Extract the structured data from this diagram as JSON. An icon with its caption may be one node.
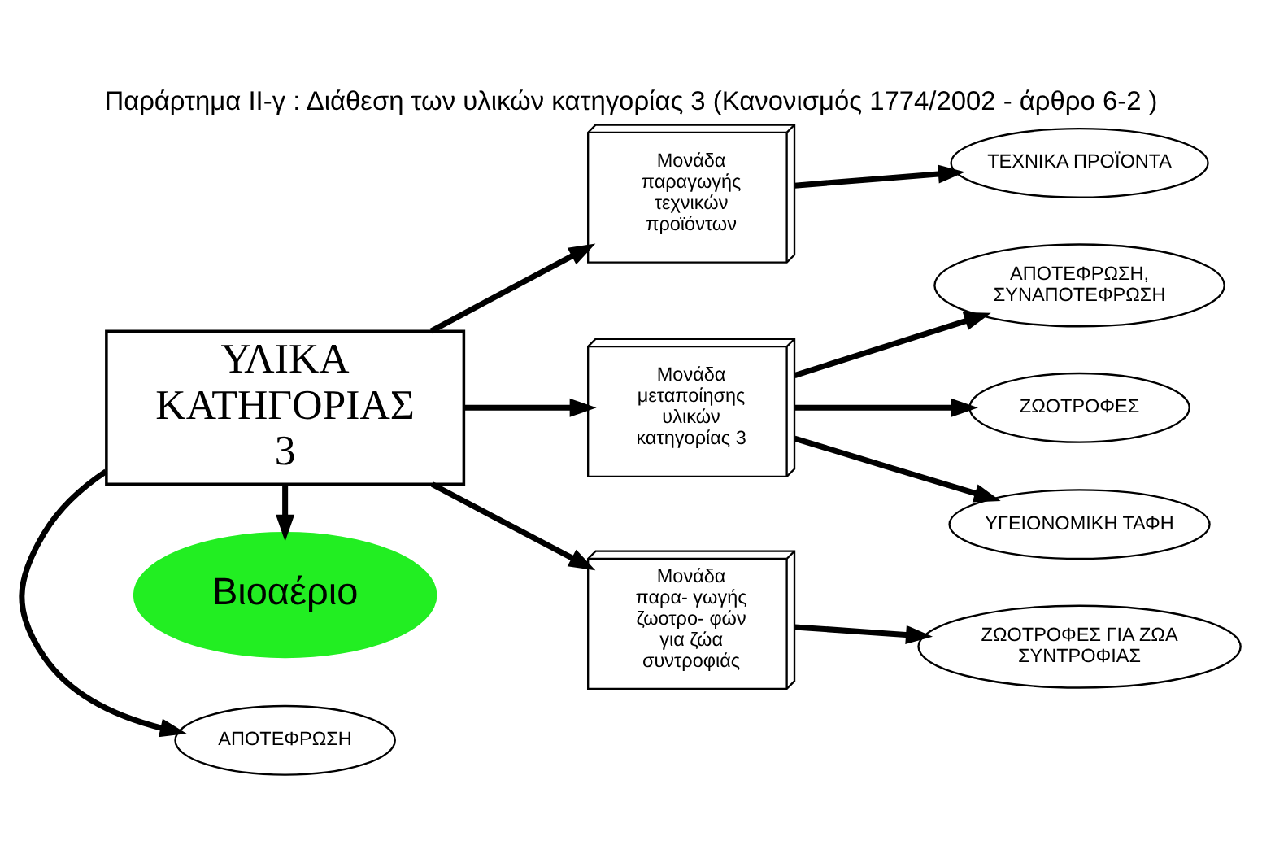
{
  "diagram": {
    "title": "Παράρτημα ΙΙ-γ : Διάθεση των υλικών κατηγορίας 3 (Κανονισμός 1774/2002 - άρθρο 6-2 )",
    "nodes": [
      {
        "text": [
          "ΥΛΙΚΑ ΚΑΤΗΓΟΡΙΑΣ 3"
        ]
      },
      {
        "text": [
          "ΑΠΟΤΕΦΡΩΣΗ"
        ]
      },
      {
        "text": [
          "Βιοαέριο"
        ]
      },
      {
        "text": [
          "Μονάδα παραγωγής τεχνικών προϊόντων"
        ]
      },
      {
        "text": [
          "Μονάδα μεταποίησης υλικών κατηγορίας 3"
        ]
      },
      {
        "text": [
          "Μονάδα παρα- γωγής ζωοτρο- φών για ζώα συντροφιάς"
        ]
      },
      {
        "text": [
          "ΤΕΧΝΙΚΑ ΠΡΟΪΟΝΤΑ"
        ]
      },
      {
        "text": [
          "ΑΠΟΤΕΦΡΩΣΗ, ΣΥΝΑΠΟΤΕΦΡΩΣΗ"
        ]
      },
      {
        "text": [
          "ΖΩΟΤΡΟΦΕΣ"
        ]
      },
      {
        "text": [
          "ΥΓΕΙΟΝΟΜΙΚΗ ΤΑΦΗ"
        ]
      },
      {
        "text": [
          "ΖΩΟΤΡΟΦΕΣ ΓΙΑ ΖΩΑ ΣΥΝΤΡΟΦΙΑΣ"
        ]
      }
    ],
    "edges": [
      {
        "from": 0,
        "to": 1,
        "arrow": "to"
      },
      {
        "from": 0,
        "to": 2,
        "arrow": "to"
      },
      {
        "from": 0,
        "to": 3,
        "arrow": "to"
      },
      {
        "from": 0,
        "to": 4,
        "arrow": "to"
      },
      {
        "from": 0,
        "to": 5,
        "arrow": "to"
      },
      {
        "from": 3,
        "to": 6,
        "arrow": "to"
      },
      {
        "from": 4,
        "to": 7,
        "arrow": "to"
      },
      {
        "from": 4,
        "to": 8,
        "arrow": "to"
      },
      {
        "from": 4,
        "to": 9,
        "arrow": "to"
      },
      {
        "from": 5,
        "to": 10,
        "arrow": "to"
      }
    ]
  }
}
